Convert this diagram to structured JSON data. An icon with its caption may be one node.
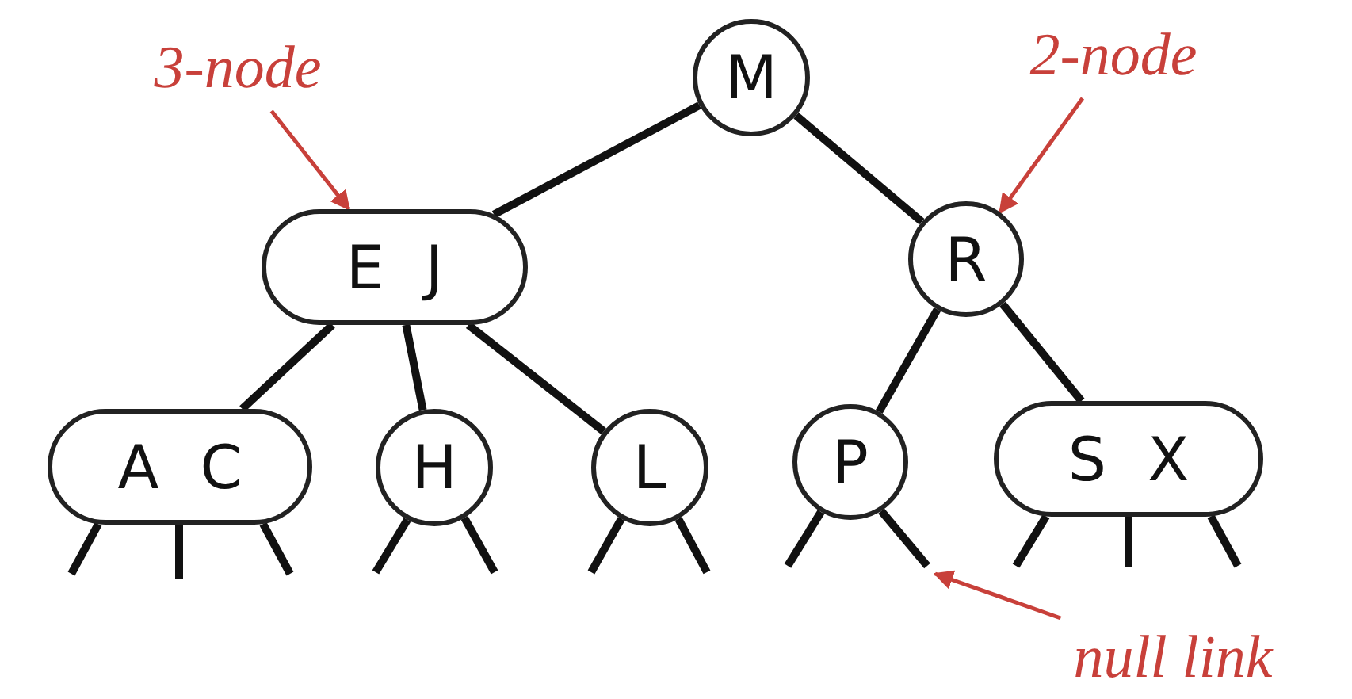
{
  "diagram": {
    "nodes": [
      {
        "text": [
          "3-node"
        ]
      },
      {
        "text": [
          "M"
        ]
      },
      {
        "text": [
          "2-node"
        ]
      },
      {
        "text": [
          "E J"
        ]
      },
      {
        "text": [
          "R"
        ]
      },
      {
        "text": [
          "A C"
        ]
      },
      {
        "text": [
          "H"
        ]
      },
      {
        "text": [
          "L"
        ]
      },
      {
        "text": [
          "P"
        ]
      },
      {
        "text": [
          "S X"
        ]
      },
      {
        "text": [
          "null link"
        ]
      }
    ],
    "edges": [
      {
        "from": 1,
        "to": 3,
        "arrow": "none"
      },
      {
        "from": 1,
        "to": 4,
        "arrow": "none"
      },
      {
        "from": 3,
        "to": 5,
        "arrow": "none"
      },
      {
        "from": 3,
        "to": 6,
        "arrow": "none"
      },
      {
        "from": 3,
        "to": 7,
        "arrow": "none"
      },
      {
        "from": 4,
        "to": 8,
        "arrow": "none"
      },
      {
        "from": 4,
        "to": 9,
        "arrow": "none"
      },
      {
        "from": 5,
        "to": null,
        "arrow": "none"
      },
      {
        "from": 5,
        "to": null,
        "arrow": "none"
      },
      {
        "from": 5,
        "to": null,
        "arrow": "none"
      },
      {
        "from": 6,
        "to": null,
        "arrow": "none"
      },
      {
        "from": 6,
        "to": null,
        "arrow": "none"
      },
      {
        "from": 7,
        "to": null,
        "arrow": "none"
      },
      {
        "from": 7,
        "to": null,
        "arrow": "none"
      },
      {
        "from": 8,
        "to": null,
        "arrow": "none"
      },
      {
        "from": 8,
        "to": null,
        "arrow": "none"
      },
      {
        "from": 9,
        "to": null,
        "arrow": "none"
      },
      {
        "from": 9,
        "to": null,
        "arrow": "none"
      },
      {
        "from": 9,
        "to": null,
        "arrow": "none"
      },
      {
        "from": 0,
        "to": 3,
        "arrow": "to",
        "color": "#c8403a"
      },
      {
        "from": 2,
        "to": 4,
        "arrow": "to",
        "color": "#c8403a"
      },
      {
        "from": 10,
        "to": null,
        "arrow": "to",
        "color": "#c8403a"
      }
    ]
  }
}
